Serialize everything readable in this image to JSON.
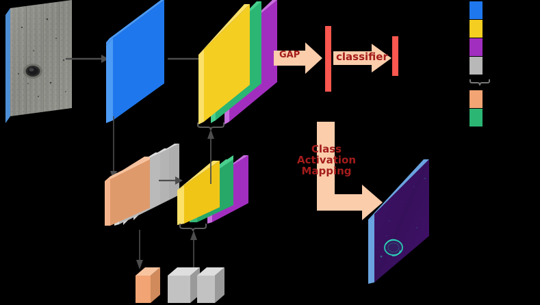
{
  "diagram": {
    "title": "Class Activation Mapping CNN pipeline",
    "flow_labels": {
      "gap": "GAP",
      "classifier": "classifier",
      "cam_line1": "Class",
      "cam_line2": "Activation",
      "cam_line3": "Mapping"
    }
  },
  "colors": {
    "background": "#000000",
    "blue": "#1f77ed",
    "blue_edge": "#4c9bf5",
    "yellow": "#f5ce22",
    "yellow_edge": "#fbe06a",
    "green": "#2bb673",
    "green_edge": "#49cf8e",
    "purple": "#a22ec0",
    "purple_edge": "#c86ede",
    "gray": "#b8b8b8",
    "gray_edge": "#d6d6d6",
    "gray_dark": "#9a9a9a",
    "orange": "#f2a474",
    "orange_edge": "#f8c4a0",
    "orange_dark": "#d08a5c",
    "salmon_arrow": "#fbcdab",
    "red_bar": "#f9574f",
    "arrow_gray": "#4d4d4d",
    "text_red": "#a41c1c",
    "heatmap_bg": "#3b0f63",
    "heatmap_accent": "#2ad1b5",
    "image_frame_blue": "#6aa3e0"
  },
  "stages": {
    "input_image": {
      "name": "input concrete surface image"
    },
    "conv_block_blue": {
      "name": "blue feature map plate"
    },
    "feature_stack_top": {
      "name": "yellow green purple feature stack"
    },
    "gap_output_bar": {
      "name": "GAP output vector"
    },
    "classifier_output_bar": {
      "name": "classifier output vector"
    },
    "orange_gray_stack": {
      "name": "orange and gray weight plates"
    },
    "yellow_green_purple_stack": {
      "name": "weighted feature plates"
    },
    "orange_gray_cubes": {
      "name": "orange and gray weight cubes"
    },
    "cam_output": {
      "name": "class activation map heatmap"
    }
  },
  "legend": {
    "items": [
      {
        "color": "#1f77ed",
        "shape": "swatch",
        "label": "",
        "name": "legend-blue"
      },
      {
        "color": "#f5ce22",
        "shape": "swatch",
        "label": "",
        "name": "legend-yellow"
      },
      {
        "color": "#a22ec0",
        "shape": "swatch",
        "label": "",
        "name": "legend-purple"
      },
      {
        "color": "#b8b8b8",
        "shape": "swatch",
        "label": "",
        "name": "legend-gray"
      },
      {
        "color": "#777777",
        "shape": "brace",
        "label": "",
        "name": "legend-brace"
      },
      {
        "color": "#f2a474",
        "shape": "swatch",
        "label": "",
        "name": "legend-orange"
      },
      {
        "color": "#2bb673",
        "shape": "swatch",
        "label": "",
        "name": "legend-green"
      }
    ]
  }
}
